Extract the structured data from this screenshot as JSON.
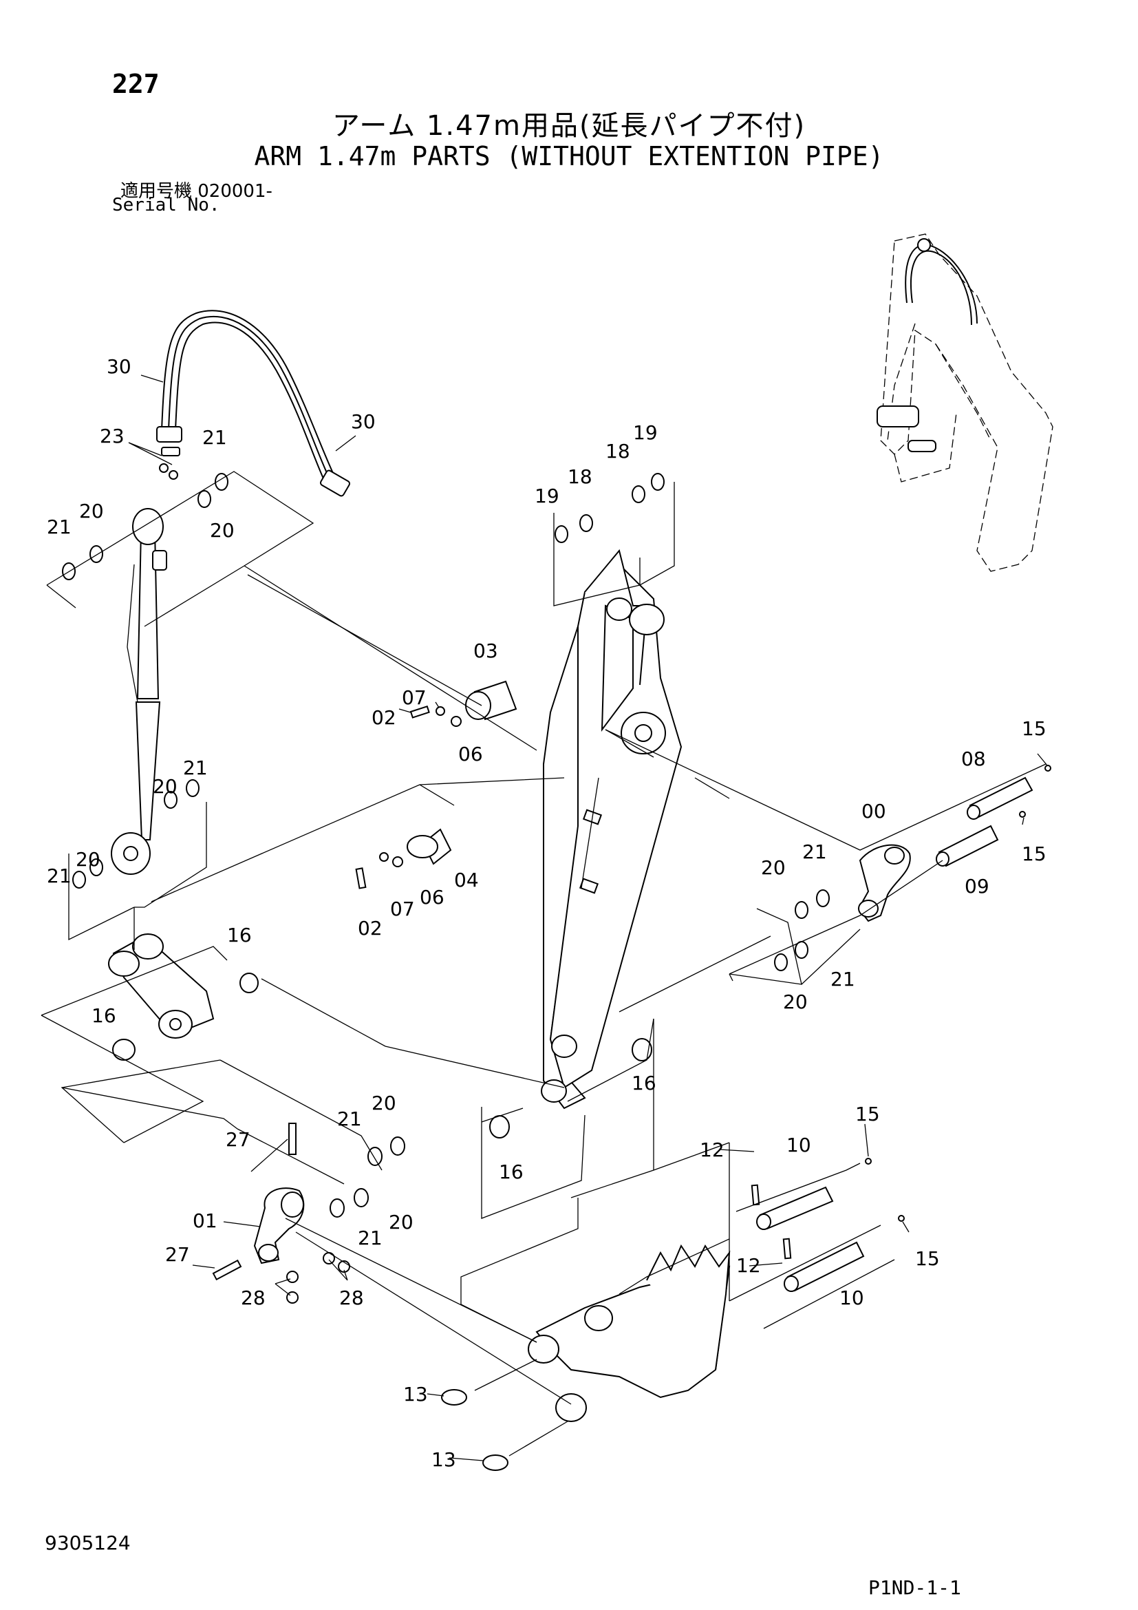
{
  "header": {
    "page_number": "227",
    "title_jp": "アーム 1.47m用品(延長パイプ不付)",
    "title_en": "ARM 1.47m PARTS (WITHOUT EXTENTION PIPE)",
    "serial_jp": "適用号機 020001-",
    "serial_label": "Serial No."
  },
  "footer": {
    "drawing_number": "9305124",
    "page_code": "P1ND-1-1"
  },
  "callouts": [
    "30",
    "30",
    "23",
    "21",
    "21",
    "20",
    "20",
    "19",
    "18",
    "19",
    "18",
    "03",
    "07",
    "02",
    "06",
    "15",
    "08",
    "00",
    "15",
    "09",
    "21",
    "20",
    "21",
    "20",
    "04",
    "06",
    "07",
    "02",
    "20",
    "21",
    "21",
    "20",
    "16",
    "16",
    "16",
    "16",
    "20",
    "21",
    "27",
    "01",
    "21",
    "20",
    "27",
    "28",
    "28",
    "15",
    "10",
    "12",
    "12",
    "15",
    "10",
    "13",
    "13"
  ]
}
